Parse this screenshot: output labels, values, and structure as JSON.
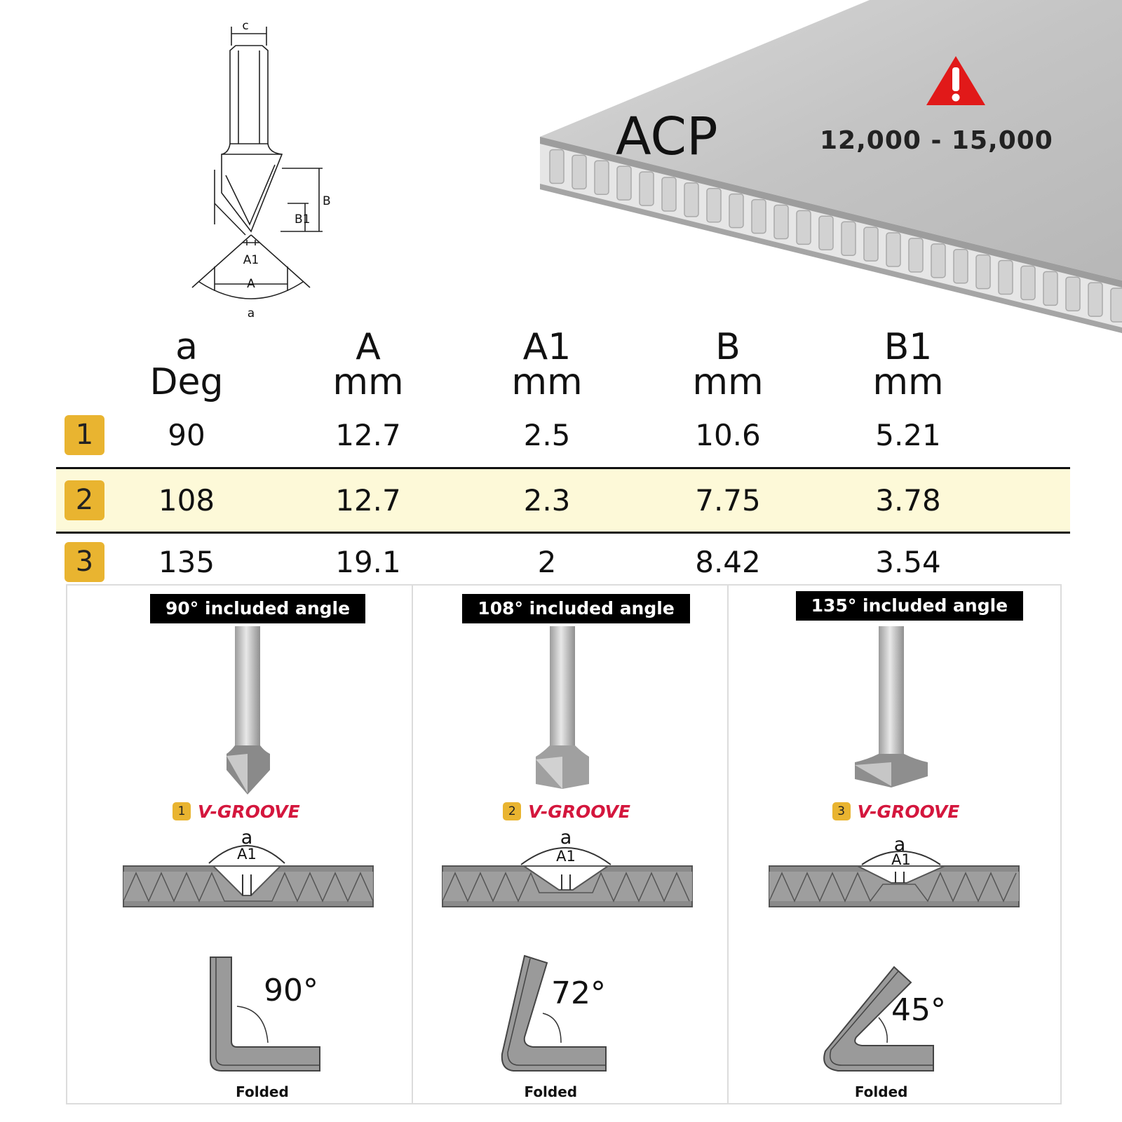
{
  "drawing": {
    "labels": {
      "c": "c",
      "B": "B",
      "B1": "B1",
      "A1": "A1",
      "A": "A",
      "a": "a"
    }
  },
  "acp": {
    "label": "ACP",
    "rpm": "12,000 - 15,000",
    "warning_color": "#e11919",
    "icon": "warning-triangle-icon"
  },
  "table": {
    "headers": [
      {
        "top": "a",
        "bottom": "Deg"
      },
      {
        "top": "A",
        "bottom": "mm"
      },
      {
        "top": "A1",
        "bottom": "mm"
      },
      {
        "top": "B",
        "bottom": "mm"
      },
      {
        "top": "B1",
        "bottom": "mm"
      }
    ],
    "rows": [
      {
        "index": "1",
        "a": "90",
        "A": "12.7",
        "A1": "2.5",
        "B": "10.6",
        "B1": "5.21"
      },
      {
        "index": "2",
        "a": "108",
        "A": "12.7",
        "A1": "2.3",
        "B": "7.75",
        "B1": "3.78"
      },
      {
        "index": "3",
        "a": "135",
        "A": "19.1",
        "A1": "2",
        "B": "8.42",
        "B1": "3.54"
      }
    ],
    "badge_color": "#e9b430",
    "highlight_color": "#fdf9d8"
  },
  "panels": [
    {
      "title": "90° included angle",
      "index": "1",
      "vgroove": "V-GROOVE",
      "a": "a",
      "a1": "A1",
      "fold_angle": "90°",
      "footer": "Folded"
    },
    {
      "title": "108° included angle",
      "index": "2",
      "vgroove": "V-GROOVE",
      "a": "a",
      "a1": "A1",
      "fold_angle": "72°",
      "footer": "Folded"
    },
    {
      "title": "135° included angle",
      "index": "3",
      "vgroove": "V-GROOVE",
      "a": "a",
      "a1": "A1",
      "fold_angle": "45°",
      "footer": "Folded"
    }
  ],
  "vgroove_color": "#d4163d"
}
